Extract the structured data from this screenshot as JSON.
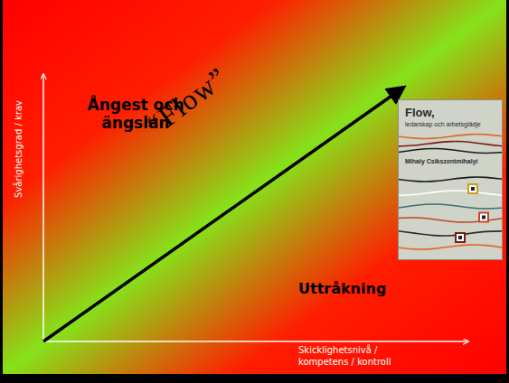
{
  "diagram": {
    "nodes": [
      {
        "text": [
          "Flow,",
          "ledarskap och arbetsglädje",
          "Mihaly Csikszentmihalyi"
        ]
      }
    ],
    "labels": [
      "Ångest och ängslan",
      "“Flow”",
      "Uttråkning",
      "Svårighetsgrad / krav",
      "Skicklighetsnivå / kompetens / kontroll"
    ]
  }
}
